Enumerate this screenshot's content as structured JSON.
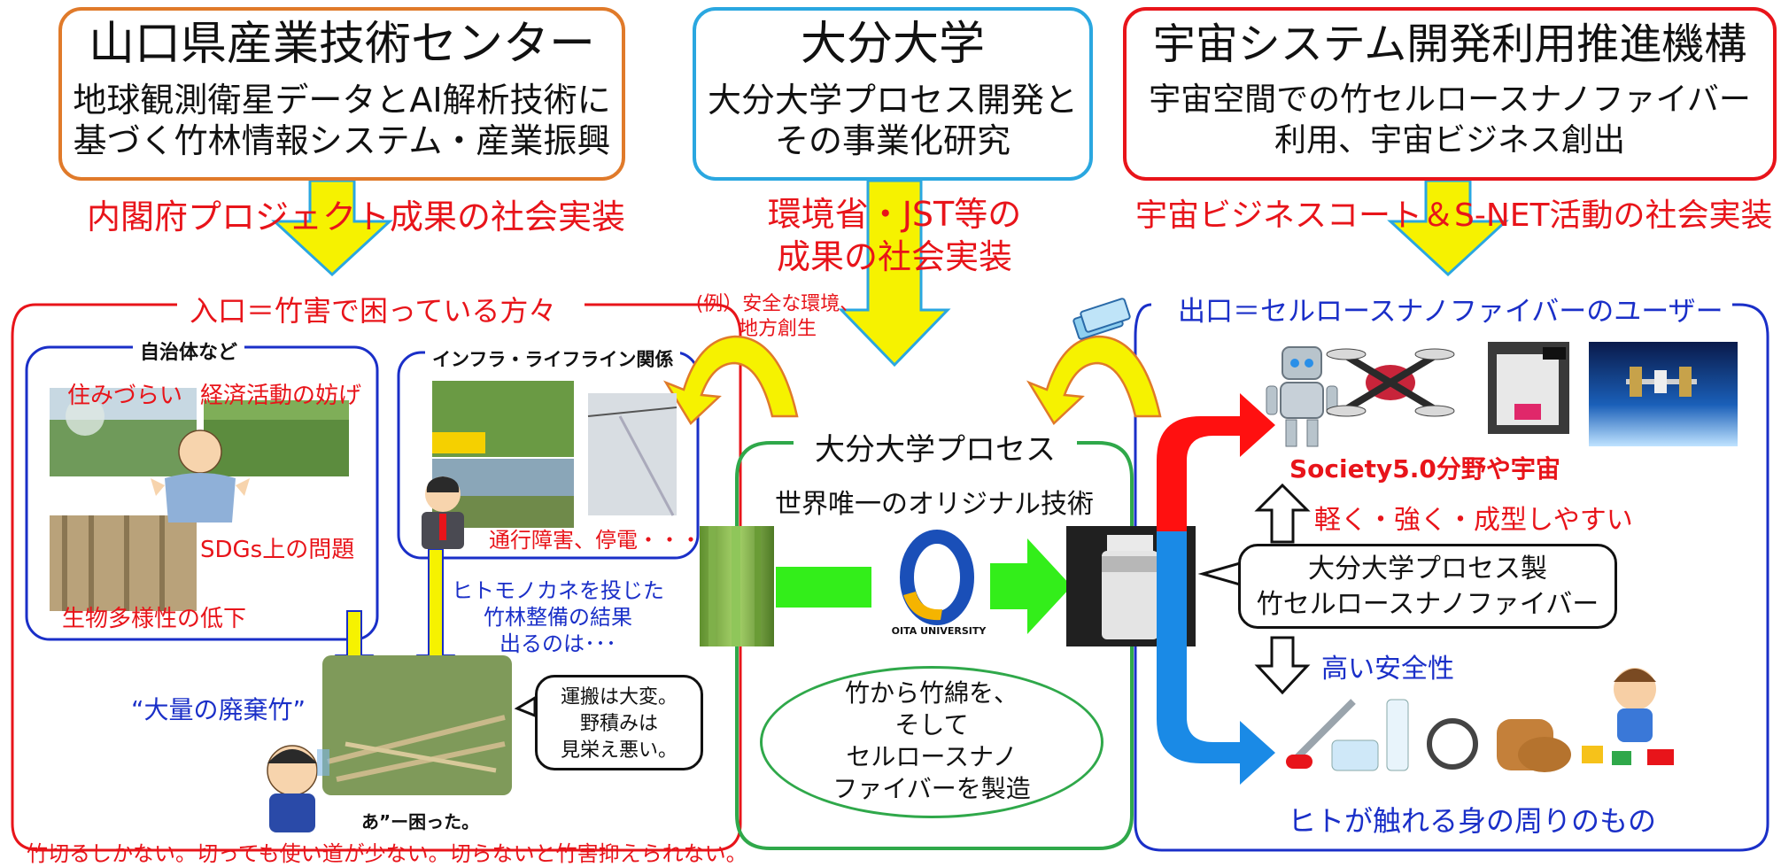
{
  "colors": {
    "orange": "#e07a2a",
    "cyan": "#2aa7e0",
    "red": "#e8141a",
    "blue": "#1a2fc8",
    "green": "#2fa84a",
    "yellow": "#f6f200",
    "darkblue": "#1a2fc8"
  },
  "top": {
    "yamaguchi": {
      "title": "山口県産業技術センター",
      "line1": "地球観測衛星データとAI解析技術に",
      "line2": "基づく竹林情報システム・産業振興"
    },
    "oita": {
      "title": "大分大学",
      "line1": "大分大学プロセス開発と",
      "line2": "その事業化研究"
    },
    "space": {
      "title": "宇宙システム開発利用推進機構",
      "line1": "宇宙空間での竹セルロースナノファイバー",
      "line2": "利用、宇宙ビジネス創出"
    }
  },
  "arrows": {
    "left_label": "内閣府プロジェクト成果の社会実装",
    "center_label1": "環境省・JST等の",
    "center_label2": "成果の社会実装",
    "right_label": "宇宙ビジネスコート＆S-NET活動の社会実装"
  },
  "left_panel": {
    "title": "入口＝竹害で困っている方々",
    "group1": {
      "title": "自治体など",
      "tag1": "住みづらい",
      "tag2": "経済活動の妨げ",
      "tag3": "SDGs上の問題",
      "tag4": "生物多様性の低下"
    },
    "group2": {
      "title": "インフラ・ライフライン関係",
      "tag1": "通行障害、停電・・・"
    },
    "note1": "ヒトモノカネを投じた",
    "note2": "竹林整備の結果",
    "note3": "出るのは･･･",
    "waste": "“大量の廃棄竹”",
    "speech1": "運搬は大変。",
    "speech2": "野積みは",
    "speech3": "見栄え悪い。",
    "trouble": "あ”ー困った。",
    "bottom": "竹切るしかない。切っても使い道が少ない。切らないと竹害抑えられない。"
  },
  "center_panel": {
    "example1": "(例）安全な環境、",
    "example2": "地方創生",
    "title": "大分大学プロセス",
    "subtitle": "世界唯一のオリジナル技術",
    "logo_text": "OITA UNIVERSITY",
    "bubble1": "竹から竹綿を、",
    "bubble2": "そして",
    "bubble3": "セルロースナノ",
    "bubble4": "ファイバーを製造"
  },
  "right_panel": {
    "title": "出口＝セルロースナノファイバーのユーザー",
    "society": "Society5.0分野や宇宙",
    "light": "軽く・強く・成型しやすい",
    "product1": "大分大学プロセス製",
    "product2": "竹セルロースナノファイバー",
    "safe": "高い安全性",
    "daily": "ヒトが触れる身の周りのもの"
  }
}
